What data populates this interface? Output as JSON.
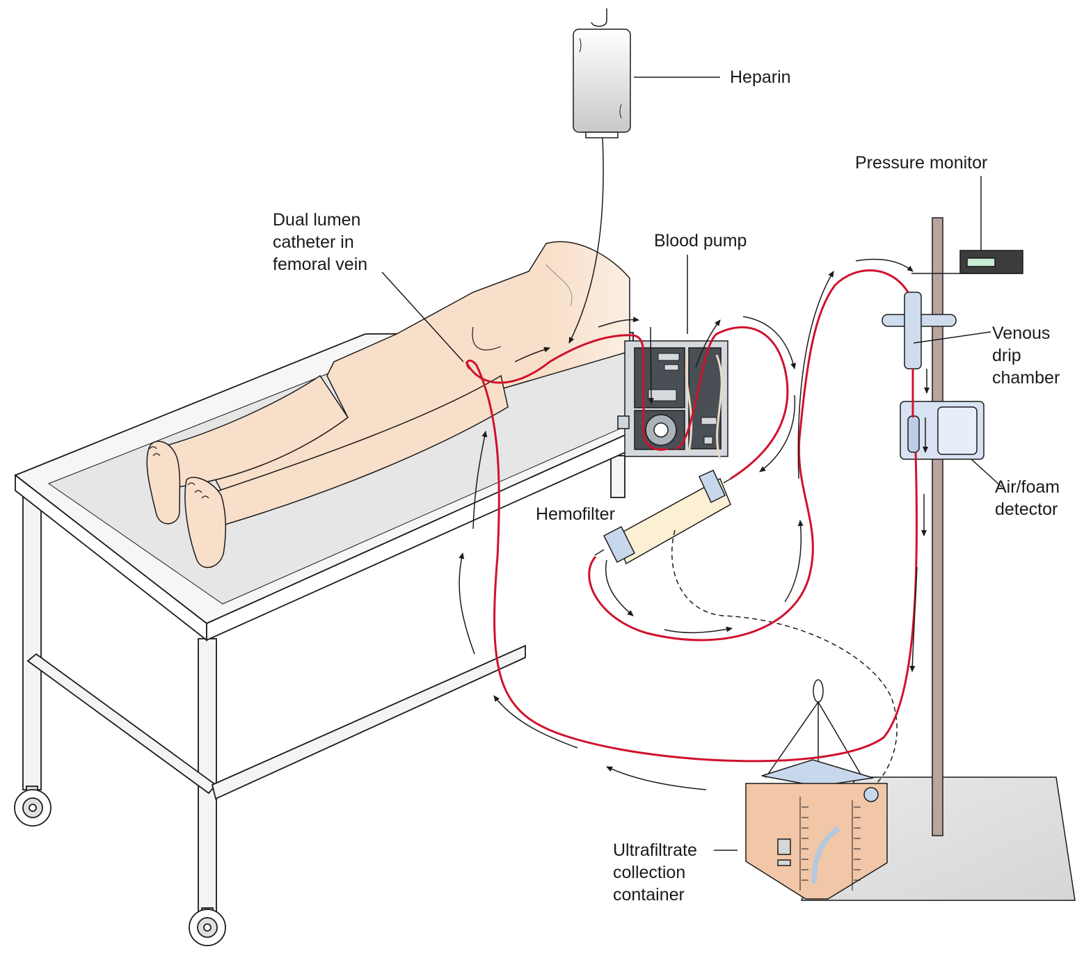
{
  "diagram": {
    "colors": {
      "blood_line": "#d0112b",
      "skin": "#f8dfc9",
      "table_top": "#eeeeee",
      "device_body": "#d5d9de",
      "bag_fill": "#f1c7a8",
      "pole": "#b9a4a0",
      "stroke": "#1a1a1a"
    },
    "labels": {
      "heparin": "Heparin",
      "pressure_monitor": "Pressure monitor",
      "blood_pump": "Blood pump",
      "catheter": [
        "Dual lumen",
        "catheter in",
        "femoral vein"
      ],
      "venous_drip": [
        "Venous",
        "drip",
        "chamber"
      ],
      "air_foam": [
        "Air/foam",
        "detector"
      ],
      "hemofilter": "Hemofilter",
      "ultrafiltrate": [
        "Ultrafiltrate",
        "collection",
        "container"
      ]
    }
  }
}
